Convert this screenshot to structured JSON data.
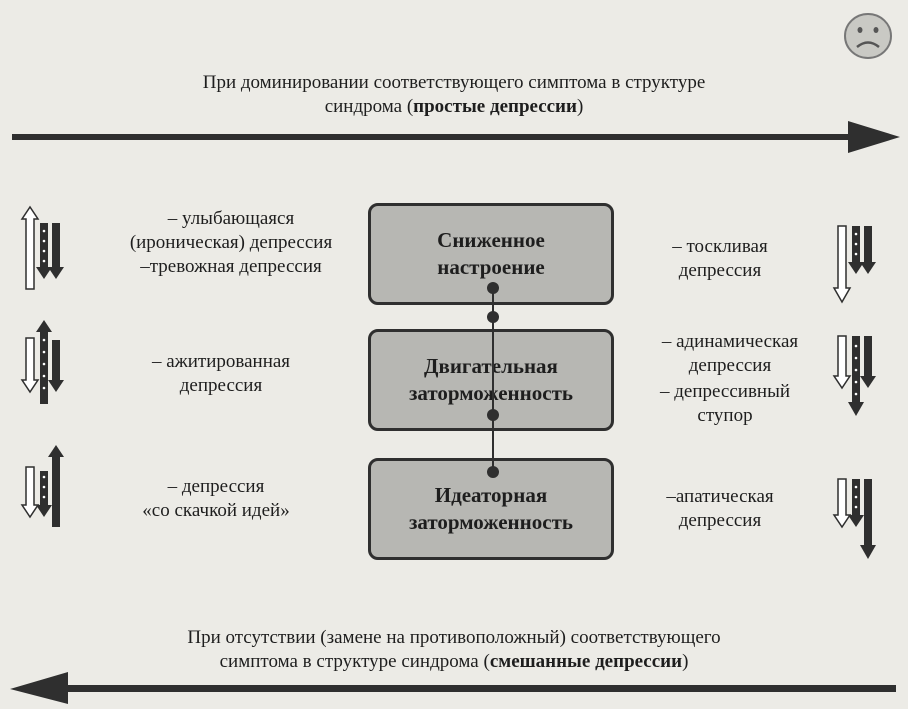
{
  "top_caption": {
    "line1": "При доминировании соответствующего симптома в структуре",
    "line2_prefix": "синдрома (",
    "line2_bold": "простые депрессии",
    "line2_suffix": ")"
  },
  "bottom_caption": {
    "line1": "При отсутствии (замене на противоположный) соответствующего",
    "line2_prefix": "симптома в структуре синдрома (",
    "line2_bold": "смешанные депрессии",
    "line2_suffix": ")"
  },
  "boxes": [
    {
      "line1": "Сниженное",
      "line2": "настроение"
    },
    {
      "line1": "Двигательная",
      "line2": "заторможенность"
    },
    {
      "line1": "Идеаторная",
      "line2": "заторможенность"
    }
  ],
  "left_labels": [
    {
      "lines": [
        "– улыбающаяся",
        "(ироническая) депрессия",
        "–тревожная депрессия"
      ]
    },
    {
      "lines": [
        "– ажитированная",
        "депрессия"
      ]
    },
    {
      "lines": [
        "– депрессия",
        "«со скачкой идей»"
      ]
    }
  ],
  "right_labels": [
    {
      "lines": [
        "– тоскливая",
        "депрессия"
      ]
    },
    {
      "lines": [
        "– адинамическая",
        "депрессия"
      ]
    },
    {
      "lines": [
        "– депрессивный",
        "ступор"
      ]
    },
    {
      "lines": [
        "–апатическая",
        "депрессия"
      ]
    }
  ],
  "icons": {
    "sad_face": "sad-face-icon",
    "arrow_white": "hollow-arrow-icon",
    "arrow_dotted": "dotted-arrow-icon",
    "arrow_black": "solid-arrow-icon"
  },
  "colors": {
    "background": "#ecebe6",
    "box_fill": "#b7b7b3",
    "ink": "#2f2f2f"
  }
}
